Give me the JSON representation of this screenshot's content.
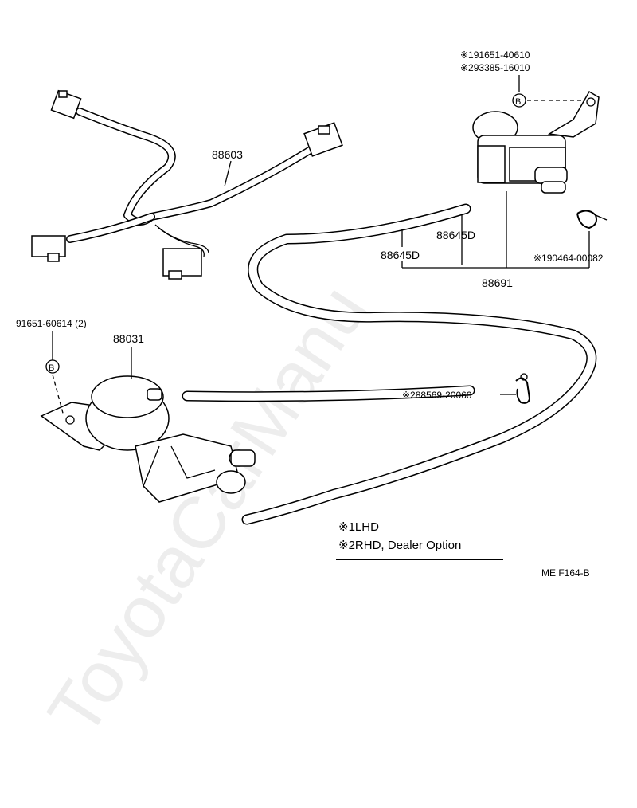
{
  "watermark": "ToyotaCarManu",
  "parts": {
    "harness": "88603",
    "actuator": "88031",
    "actuator_bolt": "91651-60614 (2)",
    "hose_1": "88645D",
    "hose_2": "88645D",
    "vsv_assembly": "88691",
    "vsv_bolt_1": "※191651-40610",
    "vsv_bolt_2": "※293385-16010",
    "clamp_1": "※190464-00082",
    "clamp_2": "※288569-20060"
  },
  "bolt_marker": "B",
  "legend": {
    "line_1": "※1LHD",
    "line_2": "※2RHD, Dealer Option"
  },
  "figure_code": "ME  F164-B"
}
